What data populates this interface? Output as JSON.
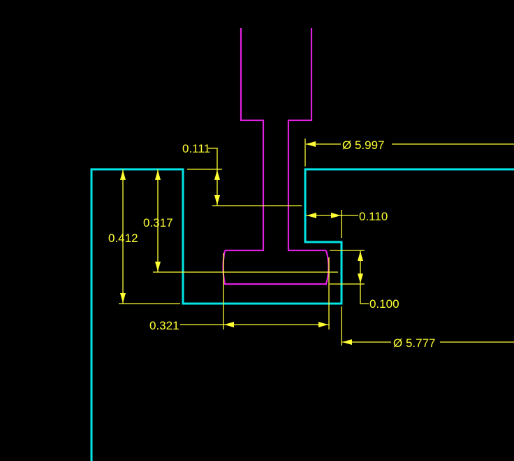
{
  "colors": {
    "background": "#000000",
    "part_outline": "#00E5E5",
    "tool_outline": "#E020E0",
    "dimension": "#FFFF33"
  },
  "dimensions": {
    "dim_0111": "0.111",
    "dim_0317": "0.317",
    "dim_0412": "0.412",
    "dim_0110": "0.110",
    "dim_0100": "0.100",
    "dim_0321": "0.321",
    "dia_5997": "Ø 5.997",
    "dia_5777": "Ø 5.777"
  }
}
